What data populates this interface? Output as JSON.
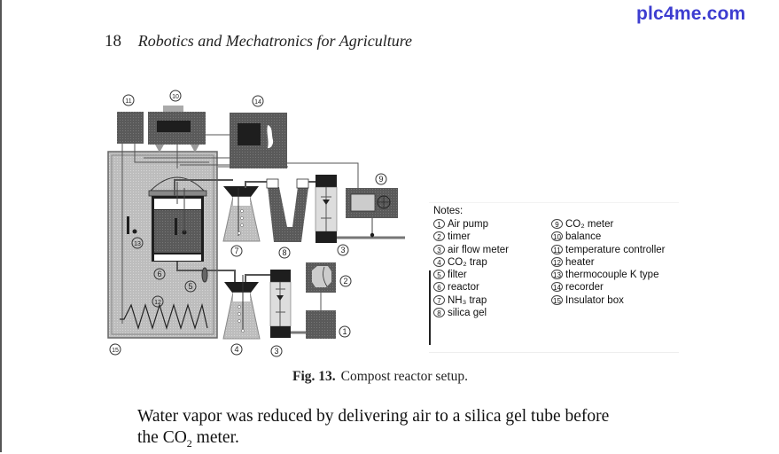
{
  "watermark": "plc4me.com",
  "running_head": {
    "page_number": "18",
    "book_title": "Robotics and Mechatronics for Agriculture"
  },
  "figure": {
    "callouts": {
      "c1": "1",
      "c2": "2",
      "c3a": "3",
      "c3b": "3",
      "c4": "4",
      "c5": "5",
      "c6": "6",
      "c7": "7",
      "c8": "8",
      "c9": "9",
      "c10": "10",
      "c11": "11",
      "c12": "12",
      "c13": "13",
      "c14": "14",
      "c15": "15"
    },
    "notes": {
      "header": "Notes:",
      "column_1": [
        {
          "num": "1",
          "label": "Air pump"
        },
        {
          "num": "2",
          "label": "timer"
        },
        {
          "num": "3",
          "label": "air flow meter"
        },
        {
          "num": "4",
          "label": "CO₂ trap"
        },
        {
          "num": "5",
          "label": "filter"
        },
        {
          "num": "6",
          "label": "reactor"
        },
        {
          "num": "7",
          "label": "NH₃ trap"
        },
        {
          "num": "8",
          "label": "silica gel"
        }
      ],
      "column_2": [
        {
          "num": "9",
          "label": "CO₂ meter"
        },
        {
          "num": "10",
          "label": "balance"
        },
        {
          "num": "11",
          "label": "temperature controller"
        },
        {
          "num": "12",
          "label": "heater"
        },
        {
          "num": "13",
          "label": "thermocouple K type"
        },
        {
          "num": "14",
          "label": "recorder"
        },
        {
          "num": "15",
          "label": "Insulator box"
        }
      ]
    },
    "caption_number": "Fig. 13.",
    "caption_text": "Compost reactor setup."
  },
  "body_text": {
    "line1": "Water vapor was reduced by delivering air to a silica gel tube before",
    "line2_a": "the CO",
    "line2_sub": "2",
    "line2_b": " meter."
  },
  "colors": {
    "watermark": "#3d3dd0",
    "device_dark": "#595959",
    "device_black": "#1e1e1e",
    "box_light": "#bdbdbd",
    "liquid": "#c8c8c8"
  }
}
